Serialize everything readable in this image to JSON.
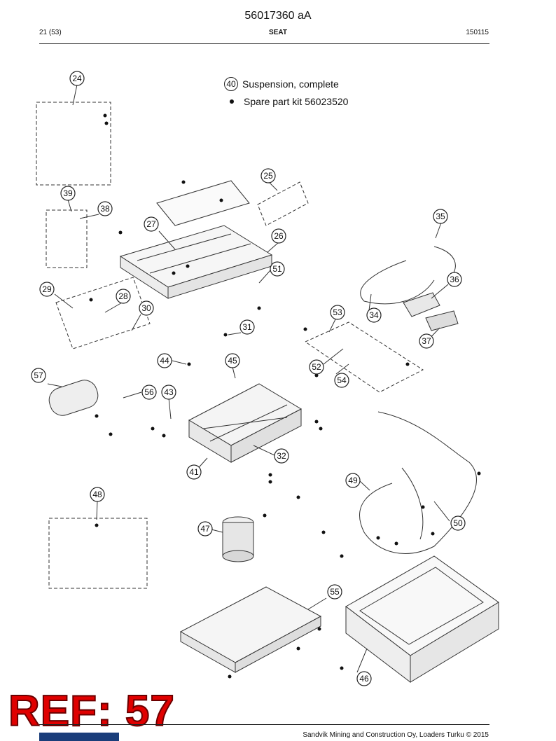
{
  "header": {
    "doc_code": "56017360 aA",
    "page": "21 (53)",
    "section": "SEAT",
    "date": "150115"
  },
  "legend": {
    "line1_ref": "40",
    "line1_text": "Suspension, complete",
    "line2_text": "Spare part kit 56023520"
  },
  "callouts": [
    "24",
    "25",
    "26",
    "27",
    "28",
    "29",
    "30",
    "31",
    "32",
    "34",
    "35",
    "36",
    "37",
    "38",
    "39",
    "41",
    "43",
    "44",
    "45",
    "46",
    "47",
    "48",
    "49",
    "50",
    "51",
    "52",
    "53",
    "54",
    "55",
    "56",
    "57"
  ],
  "overlay": {
    "ref_text": "REF: 57",
    "ref_color": "#e00000"
  },
  "footer": {
    "copyright": "Sandvik Mining and Construction Oy, Loaders Turku © 2015"
  }
}
